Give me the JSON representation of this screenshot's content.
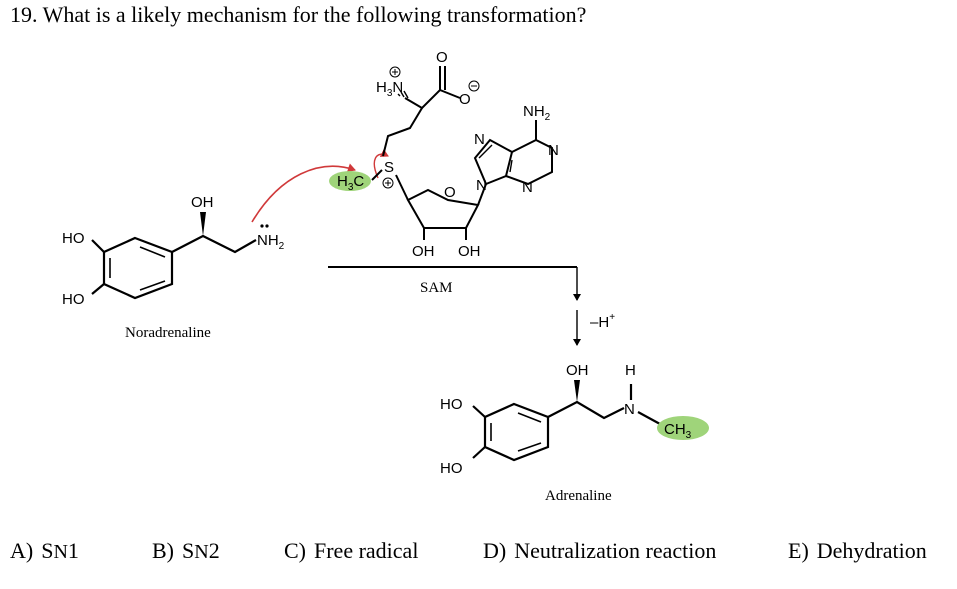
{
  "question": {
    "text": "19. What is a likely mechanism for the following transformation?"
  },
  "labels": {
    "noradrenaline": "Noradrenaline",
    "adrenaline": "Adrenaline",
    "sam": "SAM",
    "minus_h": "–H",
    "plus": "+"
  },
  "atoms": {
    "ho": "HO",
    "oh": "OH",
    "nh2": "NH",
    "two": "2",
    "h3n": "H",
    "three": "3",
    "n": "N",
    "o": "O",
    "s": "S",
    "h3c": "H",
    "c": "C",
    "ch3": "CH",
    "h": "H"
  },
  "choices": [
    {
      "letter": "A)",
      "prefix": "S",
      "sc": "N",
      "suffix": "1"
    },
    {
      "letter": "B)",
      "prefix": "S",
      "sc": "N",
      "suffix": "2"
    },
    {
      "letter": "C)",
      "text": "Free radical"
    },
    {
      "letter": "D)",
      "text": "Neutralization reaction"
    },
    {
      "letter": "E)",
      "text": "Dehydration"
    }
  ],
  "colors": {
    "highlight": "#9fd47a",
    "arrow": "#d0393a",
    "ink": "#000000"
  }
}
